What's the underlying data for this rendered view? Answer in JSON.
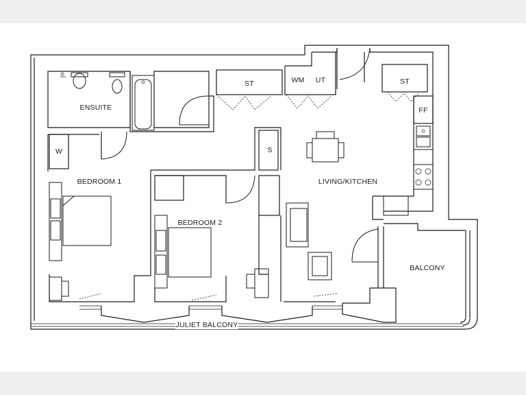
{
  "labels": {
    "ensuite": "ENSUITE",
    "store_1": "ST",
    "washing_machine": "WM",
    "utility": "UT",
    "store_2": "ST",
    "fridge_freezer": "FF",
    "wardrobe": "W",
    "storage": "S",
    "bedroom_1": "BEDROOM 1",
    "bedroom_2": "BEDROOM 2",
    "living_kitchen": "LIVING/KITCHEN",
    "balcony": "BALCONY",
    "juliet_balcony": "JULIET BALCONY"
  }
}
